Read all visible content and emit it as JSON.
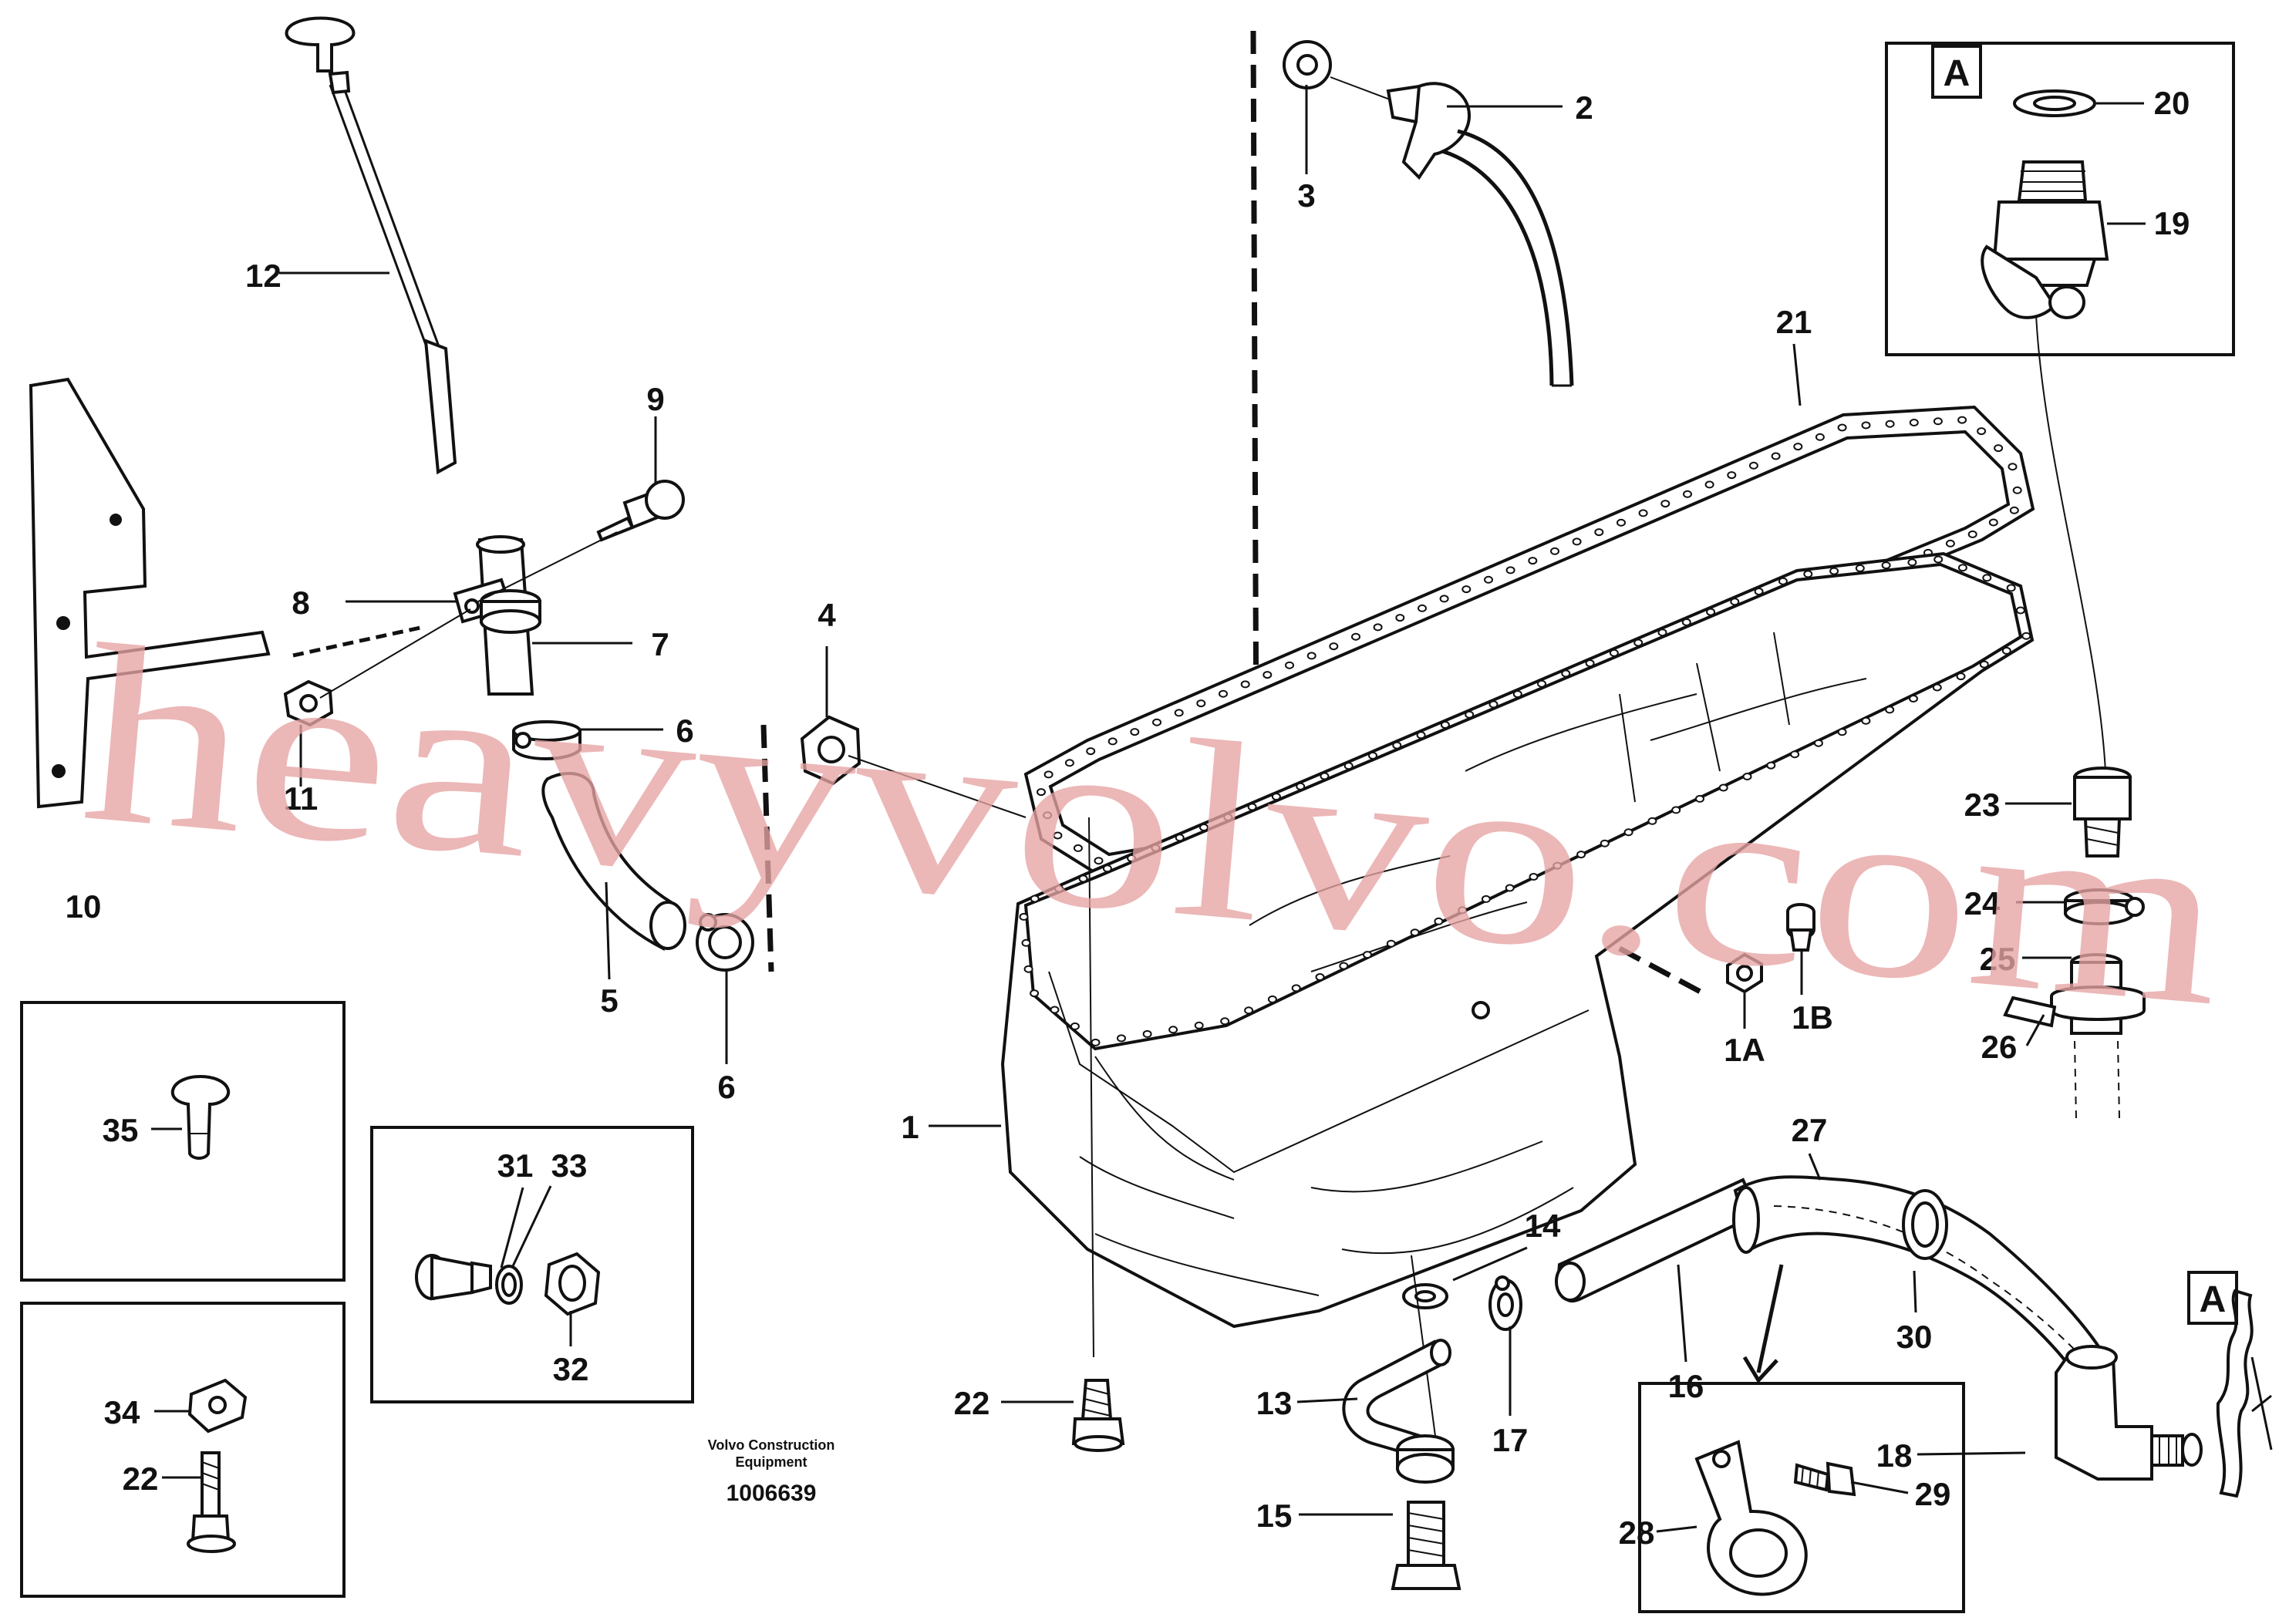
{
  "callouts": {
    "c1": "1",
    "c1A": "1A",
    "c1B": "1B",
    "c2": "2",
    "c3": "3",
    "c4": "4",
    "c5": "5",
    "c6a": "6",
    "c6b": "6",
    "c7": "7",
    "c8": "8",
    "c9": "9",
    "c10": "10",
    "c11": "11",
    "c12": "12",
    "c13": "13",
    "c14": "14",
    "c15": "15",
    "c16": "16",
    "c17": "17",
    "c18": "18",
    "c19": "19",
    "c20": "20",
    "c21": "21",
    "c22a": "22",
    "c22b": "22",
    "c23": "23",
    "c24": "24",
    "c25": "25",
    "c26": "26",
    "c27": "27",
    "c28": "28",
    "c29": "29",
    "c30": "30",
    "c31": "31",
    "c32": "32",
    "c33": "33",
    "c34": "34",
    "c35": "35"
  },
  "detail_refs": {
    "detail_a_top": "A",
    "detail_a_right": "A"
  },
  "footer": {
    "maker_line1": "Volvo Construction",
    "maker_line2": "Equipment",
    "drawing_number": "1006639"
  },
  "watermark": {
    "text": "heavyvolvo.com"
  },
  "colors": {
    "ink": "#111111",
    "watermark": "#e7a4a4",
    "background": "#ffffff"
  }
}
